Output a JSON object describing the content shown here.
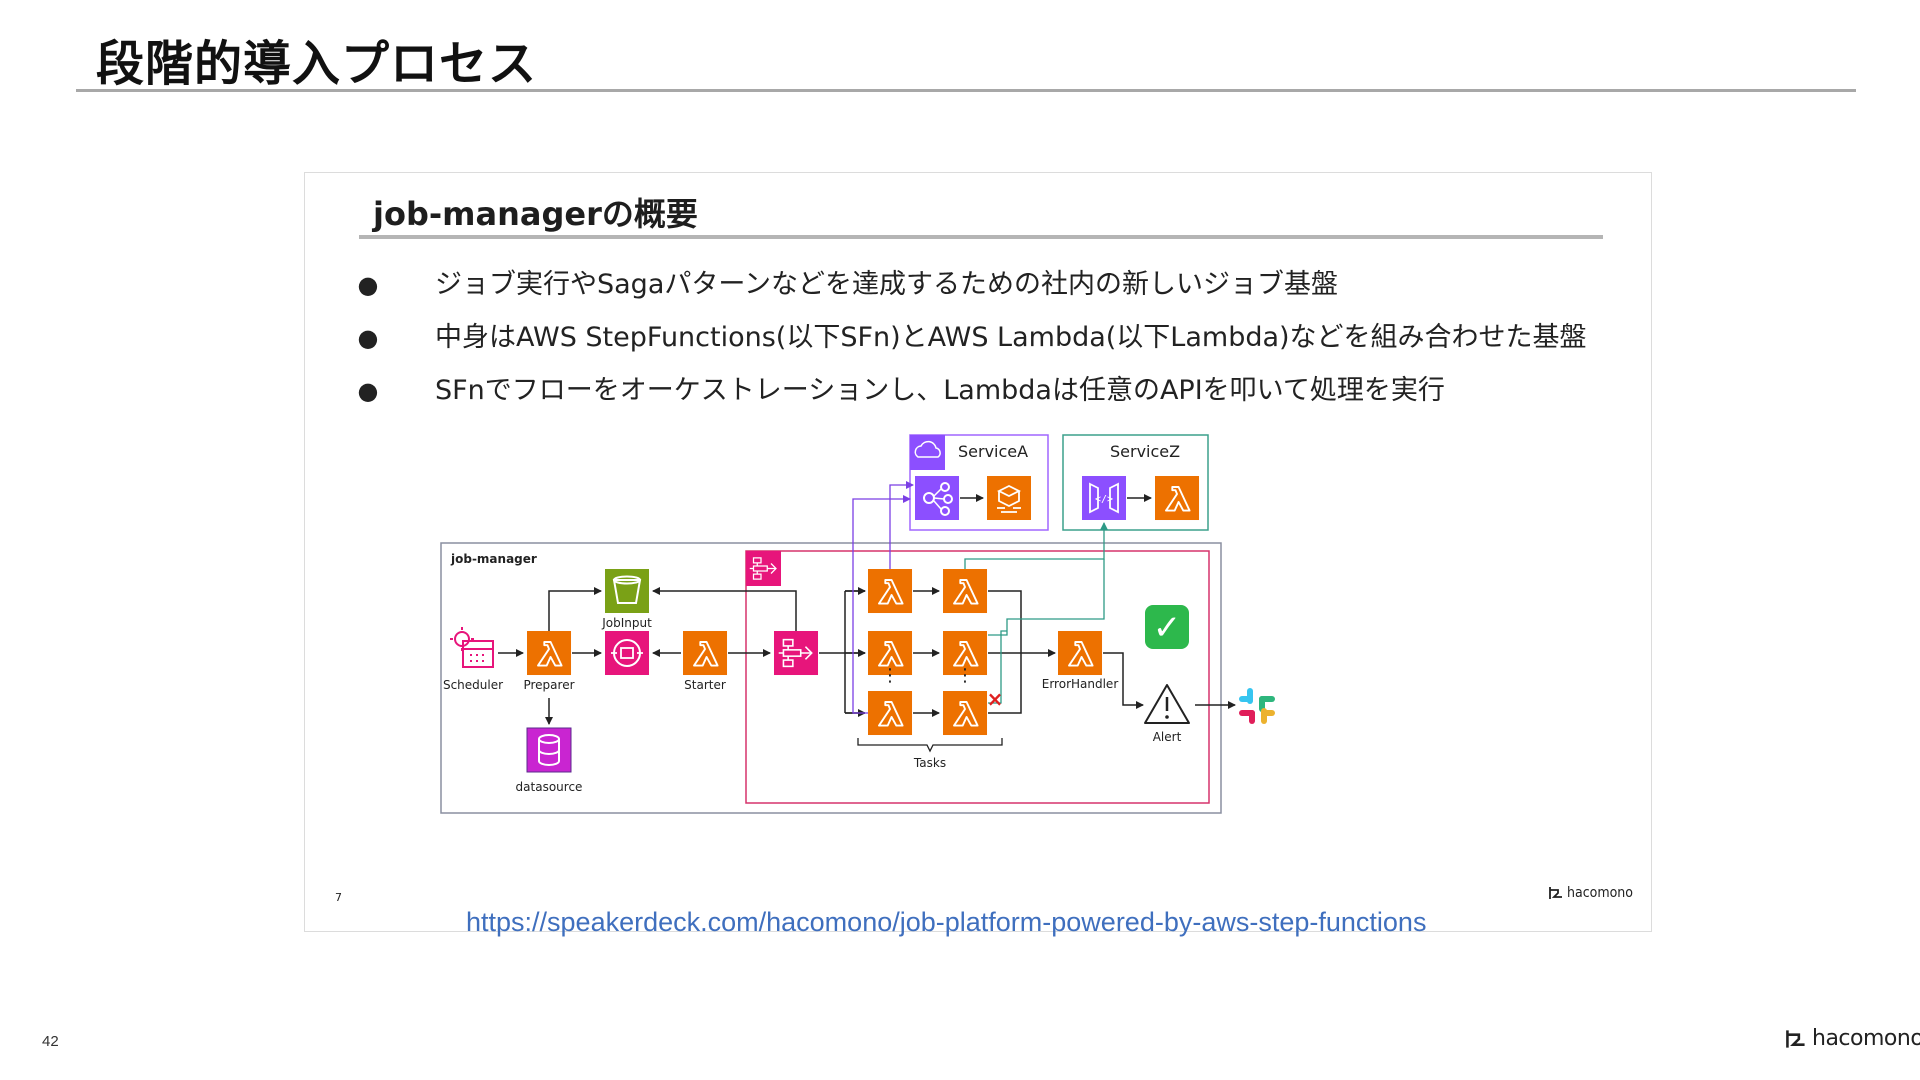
{
  "slide": {
    "title": "段階的導入プロセス",
    "page_number": "42",
    "logo_text": "hacomono",
    "source_link": "https://speakerdeck.com/hacomono/job-platform-powered-by-aws-step-functions"
  },
  "embedded_slide": {
    "title": "job-managerの概要",
    "bullets": [
      "ジョブ実行やSagaパターンなどを達成するための社内の新しいジョブ基盤",
      "中身はAWS StepFunctions(以下SFn)とAWS Lambda(以下Lambda)などを組み合わせた基盤",
      "SFnでフローをオーケストレーションし、Lambdaは任意のAPIを叩いて処理を実行"
    ],
    "bullet_glyph": "●",
    "page_number": "7",
    "logo_text": "hacomono"
  },
  "diagram": {
    "group_job_manager": "job-manager",
    "service_a": "ServiceA",
    "service_z": "ServiceZ",
    "nodes": {
      "scheduler": "Scheduler",
      "preparer": "Preparer",
      "job_input": "JobInput",
      "datasource": "datasource",
      "starter": "Starter",
      "error_handler": "ErrorHandler",
      "alert": "Alert",
      "tasks": "Tasks"
    },
    "success_mark": "✓",
    "fail_mark": "×",
    "colors": {
      "lambda": "#ed7100",
      "step_functions": "#e7157b",
      "s3": "#7aa116",
      "database": "#c925d1",
      "service_a_border": "#a166ff",
      "service_z_border": "#3ca08c",
      "sfn_group_border": "#d6336c",
      "api_gateway": "#8c4fff",
      "success": "#2db84c"
    }
  }
}
